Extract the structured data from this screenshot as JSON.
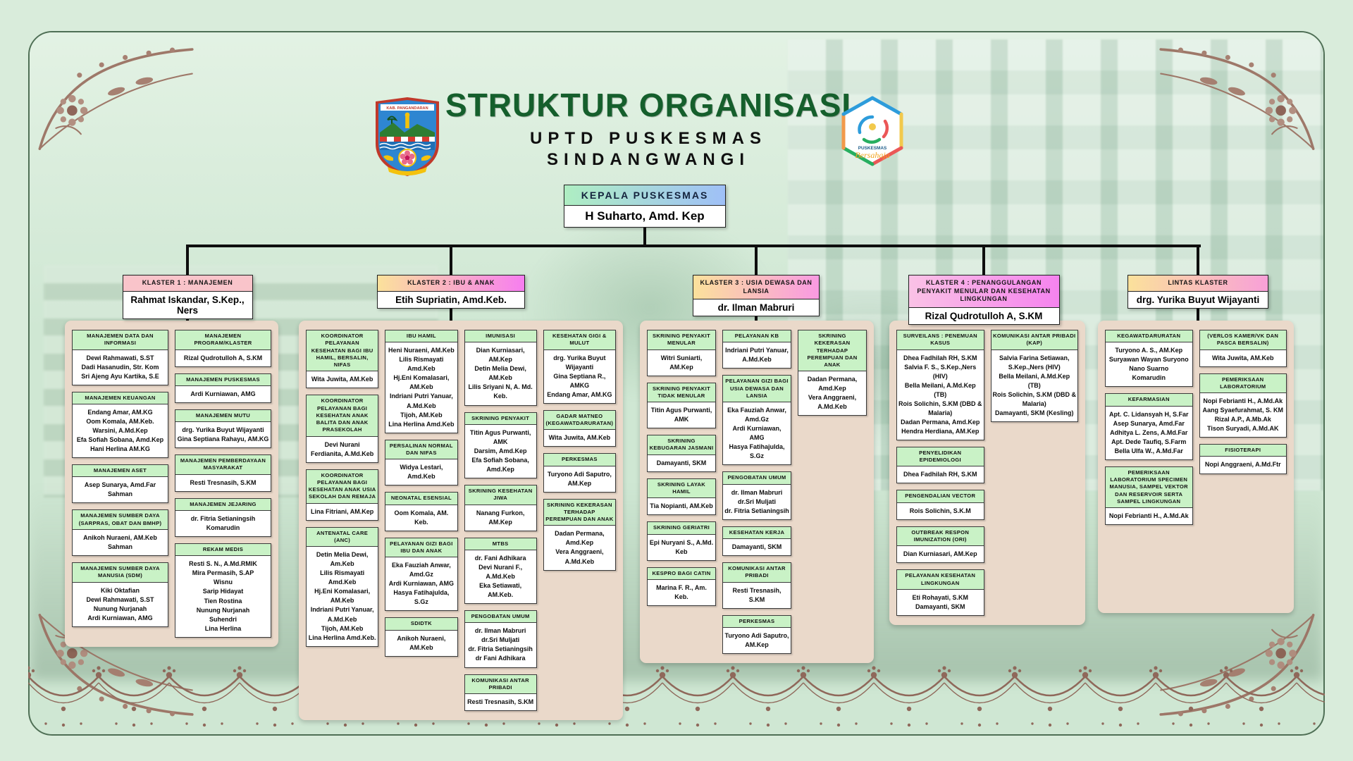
{
  "title": {
    "main": "STRUKTUR ORGANISASI",
    "sub1": "UPTD PUSKESMAS",
    "sub2": "SINDANGWANGI"
  },
  "logos": {
    "left_crest_text": "KAB. PANGANDARAN",
    "right_logo_text": "PUSKESMAS",
    "right_logo_tagline": "Bersahaja"
  },
  "kepala": {
    "label": "KEPALA PUSKESMAS",
    "name": "H Suharto, Amd. Kep"
  },
  "theme": {
    "title_green": "#155f2c",
    "panel_beige": "#ead9ca",
    "box_header_green": "#c9f2c6",
    "kepala_gradient": [
      "#aeeec2",
      "#9fc0f7"
    ]
  },
  "clusters": [
    {
      "label": "KLASTER 1 : MANAJEMEN",
      "head": "Rahmat Iskandar, S.Kep., Ners",
      "colors": [
        "#f9c4ca",
        "#f9c4ca"
      ],
      "columns": [
        [
          {
            "t": "MANAJEMEN DATA DAN INFORMASI",
            "m": [
              "Dewi Rahmawati, S.ST",
              "Dadi Hasanudin, Str. Kom",
              "Sri Ajeng Ayu Kartika, S.E"
            ]
          },
          {
            "t": "MANAJEMEN KEUANGAN",
            "m": [
              "Endang Amar, AM.KG",
              "Oom Komala, AM.Keb.",
              "Warsini, A.Md.Kep",
              "Efa Sofiah Sobana, Amd.Kep",
              "Hani Herlina AM.KG"
            ]
          },
          {
            "t": "MANAJEMEN ASET",
            "m": [
              "Asep Sunarya, Amd.Far",
              "Sahman"
            ]
          },
          {
            "t": "MANAJEMEN SUMBER DAYA (SARPRAS, OBAT DAN BMHP)",
            "m": [
              "Anikoh Nuraeni, AM.Keb",
              "Sahman"
            ]
          },
          {
            "t": "MANAJEMEN SUMBER DAYA MANUSIA (SDM)",
            "m": [
              "Kiki Oktafian",
              "Dewi Rahmawati, S.ST",
              "Nunung Nurjanah",
              "Ardi Kurniawan, AMG"
            ]
          }
        ],
        [
          {
            "t": "MANAJEMEN PROGRAM/KLASTER",
            "m": [
              "Rizal Qudrotulloh A, S.KM"
            ]
          },
          {
            "t": "MANAJEMEN PUSKESMAS",
            "m": [
              "Ardi Kurniawan, AMG"
            ]
          },
          {
            "t": "MANAJEMEN MUTU",
            "m": [
              "drg. Yurika Buyut Wijayanti",
              "Gina Septiana Rahayu, AM.KG"
            ]
          },
          {
            "t": "MANAJEMEN PEMBERDAYAAN MASYARAKAT",
            "m": [
              "Resti Tresnasih, S.KM"
            ]
          },
          {
            "t": "MANAJEMEN JEJARING",
            "m": [
              "dr. Fitria Setianingsih",
              "Komarudin"
            ]
          },
          {
            "t": "REKAM MEDIS",
            "m": [
              "Resti S. N., A.Md.RMIK",
              "Mira Permasih, S.AP",
              "Wisnu",
              "Sarip Hidayat",
              "Tien Rostina",
              "Nunung Nurjanah",
              "Suhendri",
              "Lina Herlina"
            ]
          }
        ]
      ]
    },
    {
      "label": "KLASTER 2 : IBU & ANAK",
      "head": "Etih Supriatin, Amd.Keb.",
      "colors": [
        "#fbe19b",
        "#f77ef0"
      ],
      "columns": [
        [
          {
            "t": "KOORDINATOR PELAYANAN KESEHATAN BAGI IBU HAMIL, BERSALIN, NIFAS",
            "m": [
              "Wita Juwita, AM.Keb"
            ]
          },
          {
            "t": "KOORDINATOR PELAYANAN BAGI KESEHATAN ANAK BALITA DAN ANAK PRASEKOLAH",
            "m": [
              "Devi Nurani Ferdianita, A.Md.Keb"
            ]
          },
          {
            "t": "KOORDINATOR PELAYANAN BAGI KESEHATAN ANAK USIA SEKOLAH DAN REMAJA",
            "m": [
              "Lina Fitriani, AM.Kep"
            ]
          },
          {
            "t": "ANTENATAL CARE (ANC)",
            "m": [
              "Detin Melia Dewi, Am.Keb",
              "Lilis Rismayati Amd.Keb",
              "Hj.Eni Komalasari, AM.Keb",
              "Indriani Putri Yanuar, A.Md.Keb",
              "Tijoh, AM.Keb",
              "Lina Herlina Amd.Keb."
            ]
          }
        ],
        [
          {
            "t": "IBU HAMIL",
            "m": [
              "Heni Nuraeni, AM.Keb",
              "Lilis Rismayati Amd.Keb",
              "Hj.Eni Komalasari, AM.Keb",
              "Indriani Putri Yanuar, A.Md.Keb",
              "Tijoh, AM.Keb",
              "Lina Herlina Amd.Keb"
            ]
          },
          {
            "t": "PERSALINAN NORMAL DAN NIFAS",
            "m": [
              "Widya Lestari, Amd.Keb"
            ]
          },
          {
            "t": "NEONATAL ESENSIAL",
            "m": [
              "Oom Komala, AM. Keb."
            ]
          },
          {
            "t": "PELAYANAN GIZI BAGI IBU DAN ANAK",
            "m": [
              "Eka Fauziah Anwar, Amd.Gz",
              "Ardi Kurniawan, AMG",
              "Hasya Fatihajulda, S.Gz"
            ]
          },
          {
            "t": "SDIDTK",
            "m": [
              "Anikoh Nuraeni, AM.Keb"
            ]
          }
        ],
        [
          {
            "t": "IMUNISASI",
            "m": [
              "Dian Kurniasari, AM.Kep",
              "Detin Melia Dewi, AM.Keb",
              "Lilis Sriyani N, A. Md. Keb."
            ]
          },
          {
            "t": "SKRINING PENYAKIT",
            "m": [
              "Titin Agus Purwanti, AMK",
              "Darsim, Amd.Kep",
              "Efa Sofiah Sobana, Amd.Kep"
            ]
          },
          {
            "t": "SKRINING KESEHATAN JIWA",
            "m": [
              "Nanang Furkon, AM.Kep"
            ]
          },
          {
            "t": "MTBS",
            "m": [
              "dr. Fani Adhikara",
              "Devi Nurani F., A.Md.Keb",
              "Eka Setiawati, AM.Keb."
            ]
          },
          {
            "t": "PENGOBATAN UMUM",
            "m": [
              "dr. Ilman Mabruri",
              "dr.Sri Muljati",
              "dr. Fitria Setianingsih",
              "dr Fani Adhikara"
            ]
          },
          {
            "t": "KOMUNIKASI ANTAR PRIBADI",
            "m": [
              "Resti Tresnasih, S.KM"
            ]
          }
        ],
        [
          {
            "t": "KESEHATAN GIGI & MULUT",
            "m": [
              "drg. Yurika Buyut Wijayanti",
              "Gina Septiana R., AMKG",
              "Endang Amar, AM.KG"
            ]
          },
          {
            "t": "GADAR MATNEO (KEGAWATDARURATAN)",
            "m": [
              "Wita Juwita, AM.Keb"
            ]
          },
          {
            "t": "PERKESMAS",
            "m": [
              "Turyono Adi Saputro, AM.Kep"
            ]
          },
          {
            "t": "SKRINING KEKERASAN TERHADAP PEREMPUAN DAN ANAK",
            "m": [
              "Dadan Permana, Amd.Kep",
              "Vera Anggraeni, A.Md.Keb"
            ]
          }
        ]
      ]
    },
    {
      "label": "KLASTER 3 : USIA DEWASA DAN LANSIA",
      "head": "dr. Ilman Mabruri",
      "colors": [
        "#fbe19b",
        "#f99ae2"
      ],
      "columns": [
        [
          {
            "t": "SKRINING PENYAKIT MENULAR",
            "m": [
              "Witri Suniarti, AM.Kep"
            ]
          },
          {
            "t": "SKRINING PENYAKIT TIDAK MENULAR",
            "m": [
              "Titin Agus Purwanti, AMK"
            ]
          },
          {
            "t": "SKRINING KEBUGARAN JASMANI",
            "m": [
              "Damayanti, SKM"
            ]
          },
          {
            "t": "SKRINING LAYAK HAMIL",
            "m": [
              "Tia Nopianti, AM.Keb"
            ]
          },
          {
            "t": "SKRINING GERIATRI",
            "m": [
              "Epi Nuryani S., A.Md. Keb"
            ]
          },
          {
            "t": "KESPRO BAGI CATIN",
            "m": [
              "Marina F. R., Am. Keb."
            ]
          }
        ],
        [
          {
            "t": "PELAYANAN KB",
            "m": [
              "Indriani Putri Yanuar, A.Md.Keb"
            ]
          },
          {
            "t": "PELAYANAN GIZI BAGI USIA DEWASA DAN LANSIA",
            "m": [
              "Eka Fauziah Anwar, Amd.Gz",
              "Ardi Kurniawan, AMG",
              "Hasya Fatihajulda, S.Gz"
            ]
          },
          {
            "t": "PENGOBATAN UMUM",
            "m": [
              "dr. Ilman Mabruri",
              "dr.Sri Muljati",
              "dr. Fitria Setianingsih"
            ]
          },
          {
            "t": "KESEHATAN KERJA",
            "m": [
              "Damayanti, SKM"
            ]
          },
          {
            "t": "KOMUNIKASI ANTAR PRIBADI",
            "m": [
              "Resti Tresnasih, S.KM"
            ]
          },
          {
            "t": "PERKESMAS",
            "m": [
              "Turyono Adi Saputro, AM.Kep"
            ]
          }
        ],
        [
          {
            "t": "SKRINING KEKERASAN TERHADAP PEREMPUAN DAN ANAK",
            "m": [
              "Dadan Permana, Amd.Kep",
              "Vera Anggraeni, A.Md.Keb"
            ]
          }
        ]
      ]
    },
    {
      "label": "KLASTER 4 : PENANGGULANGAN PENYAKIT MENULAR DAN KESEHATAN LINGKUNGAN",
      "head": "Rizal Qudrotulloh A, S.KM",
      "colors": [
        "#fac2e6",
        "#f583ee"
      ],
      "columns": [
        [
          {
            "t": "SURVEILANS : PENEMUAN KASUS",
            "m": [
              "Dhea Fadhilah RH, S.KM",
              "Salvia F. S., S.Kep.,Ners (HIV)",
              "Bella Meilani, A.Md.Kep (TB)",
              "Rois Solichin, S.KM (DBD & Malaria)",
              "Dadan Permana, Amd.Kep",
              "Hendra Herdiana, AM.Kep"
            ]
          },
          {
            "t": "PENYELIDIKAN EPIDEMIOLOGI",
            "m": [
              "Dhea Fadhilah RH, S.KM"
            ]
          },
          {
            "t": "PENGENDALIAN VECTOR",
            "m": [
              "Rois Solichin, S.K.M"
            ]
          },
          {
            "t": "OUTBREAK RESPON IMUNIZATION (ORI)",
            "m": [
              "Dian Kurniasari, AM.Kep"
            ]
          },
          {
            "t": "PELAYANAN KESEHATAN LINGKUNGAN",
            "m": [
              "Eti Rohayati, S.KM",
              "Damayanti, SKM"
            ]
          }
        ],
        [
          {
            "t": "KOMUNIKASI ANTAR PRIBADI (KAP)",
            "m": [
              "Salvia Farina Setiawan, S.Kep.,Ners (HIV)",
              "Bella Meilani, A.Md.Kep (TB)",
              "Rois Solichin, S.KM (DBD & Malaria)",
              "Damayanti, SKM (Kesling)"
            ]
          }
        ]
      ]
    },
    {
      "label": "LINTAS KLASTER",
      "head": "drg. Yurika Buyut Wijayanti",
      "colors": [
        "#fbe19b",
        "#f8a0d8"
      ],
      "columns": [
        [
          {
            "t": "KEGAWATDARURATAN",
            "m": [
              "Turyono A. S., AM.Kep",
              "Suryawan Wayan Suryono",
              "Nano Suarno",
              "Komarudin"
            ]
          },
          {
            "t": "KEFARMASIAN",
            "m": [
              "Apt. C. Lidansyah H, S.Far",
              "Asep Sunarya, Amd.Far",
              "Adhitya L. Zens, A.Md.Far",
              "Apt. Dede Taufiq, S.Farm",
              "Bella Ulfa W., A.Md.Far"
            ]
          },
          {
            "t": "PEMERIKSAAN LABORATORIUM SPECIMEN MANUSIA, SAMPEL VEKTOR DAN RESERVOIR SERTA SAMPEL LINGKUNGAN",
            "m": [
              "Nopi Febrianti H., A.Md.Ak"
            ]
          }
        ],
        [
          {
            "t": "(VERLOS KAMER/VK DAN PASCA BERSALIN)",
            "m": [
              "Wita Juwita, AM.Keb"
            ]
          },
          {
            "t": "PEMERIKSAAN LABORATORIUM",
            "m": [
              "Nopi Febrianti H., A.Md.Ak",
              "Aang Syaefurahmat, S. KM",
              "Rizal A.P., A.Mb.Ak",
              "Tison Suryadi, A.Md.AK"
            ]
          },
          {
            "t": "FISIOTERAPI",
            "m": [
              "Nopi Anggraeni, A.Md.Ftr"
            ]
          }
        ]
      ]
    }
  ]
}
